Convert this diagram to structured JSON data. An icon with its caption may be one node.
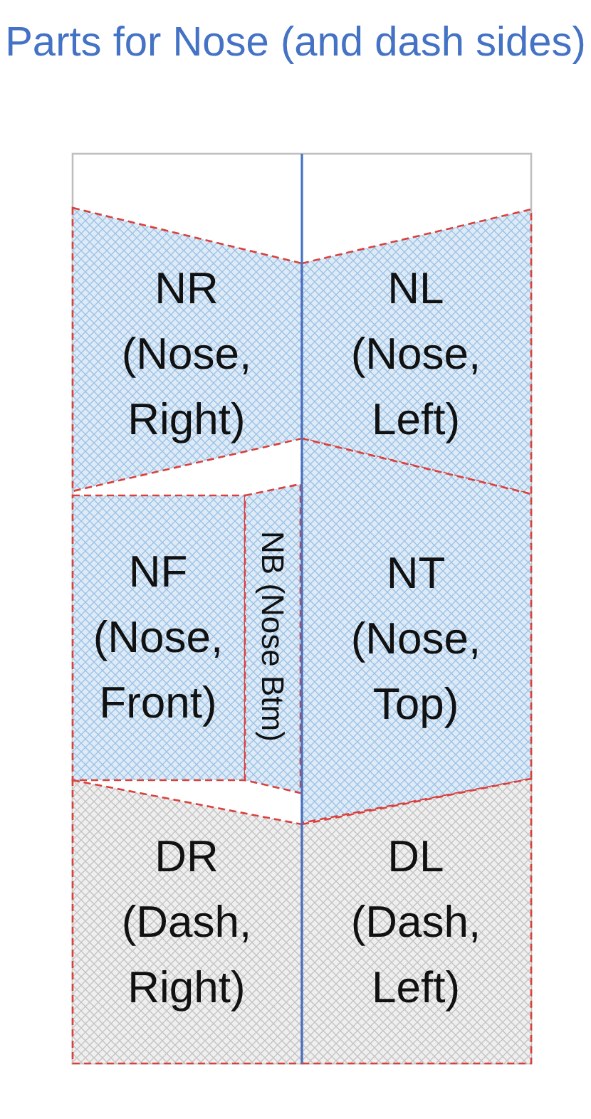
{
  "diagram": {
    "title": "Parts for Nose (and dash sides)",
    "nodes": [
      {
        "text": [
          "NR (Nose, Right)"
        ]
      },
      {
        "text": [
          "NL (Nose, Left)"
        ]
      },
      {
        "text": [
          "NF (Nose, Front)"
        ]
      },
      {
        "text": [
          "NB (Nose Btm)"
        ]
      },
      {
        "text": [
          "NT (Nose, Top)"
        ]
      },
      {
        "text": [
          "DR (Dash, Right)"
        ]
      },
      {
        "text": [
          "DL (Dash, Left)"
        ]
      }
    ]
  }
}
